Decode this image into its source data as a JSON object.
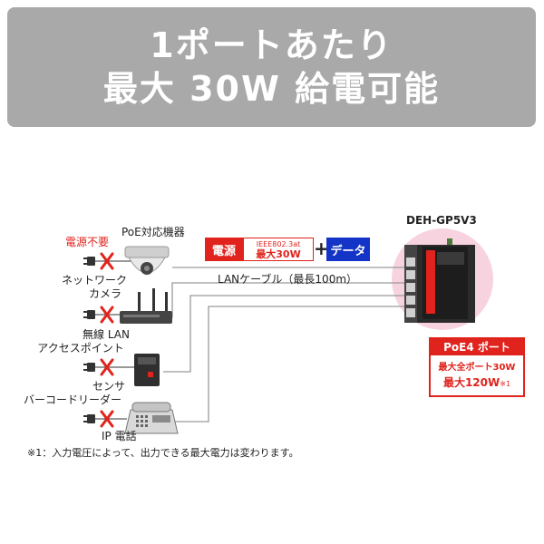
{
  "banner": {
    "line1": "1ポートあたり",
    "line2": "最大 30W 給電可能"
  },
  "labels": {
    "no_power": "電源不要",
    "poe_device": "PoE対応機器",
    "camera_1": "ネットワーク",
    "camera_2": "カメラ",
    "ap_1": "無線 LAN",
    "ap_2": "アクセスポイント",
    "sensor_1": "センサ",
    "sensor_2": "バーコードリーダー",
    "phone": "IP 電話",
    "cable": "LANケーブル（最長100m）",
    "model": "DEH-GP5V3",
    "footnote": "※1：入力電圧によって、出力できる最大電力は変わります。"
  },
  "power_tag": {
    "label": "電源",
    "standard": "IEEE802.3at",
    "max": "最大30W",
    "plus": "+",
    "data": "データ"
  },
  "poe_box": {
    "title": "PoE4 ポート",
    "total": "最大全ポート30W",
    "max": "最大120W",
    "note": "※1"
  },
  "colors": {
    "accent": "#e0231c",
    "blue": "#1434c8",
    "banner": "#a9a9a9",
    "halo": "#f7d3df"
  },
  "icons": [
    "plug-icon",
    "cross-icon",
    "dome-camera-icon",
    "router-icon",
    "sensor-icon",
    "phone-icon",
    "switch-icon"
  ]
}
